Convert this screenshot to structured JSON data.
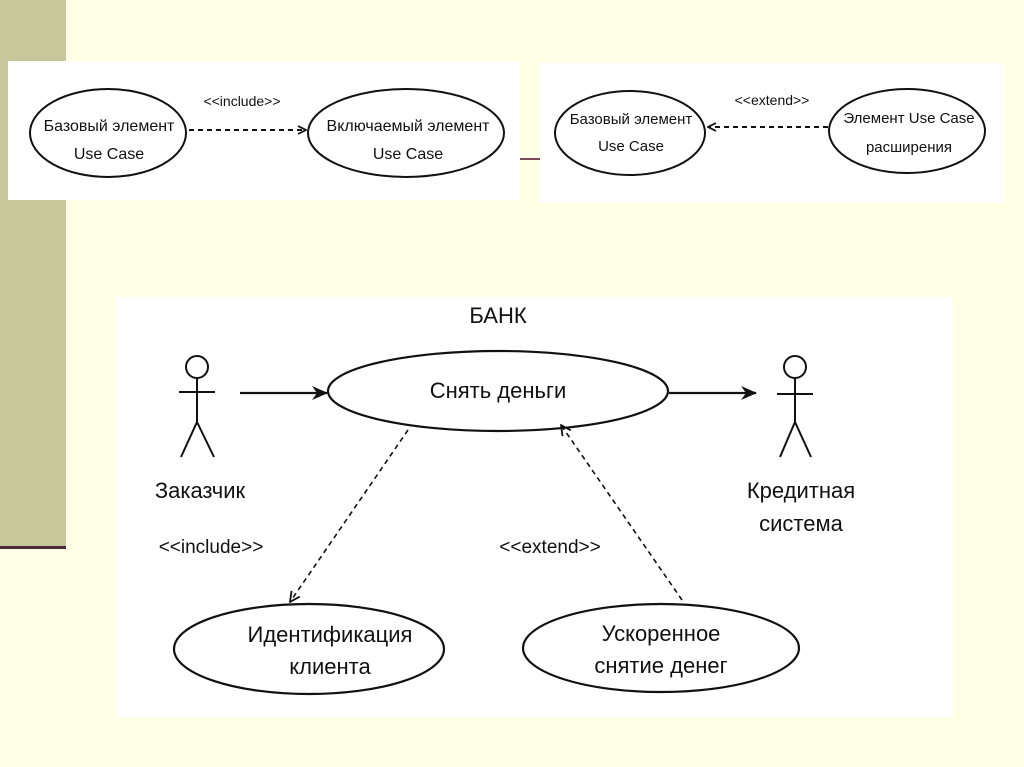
{
  "top_left_diagram": {
    "base_use_case": [
      "Базовый элемент",
      "Use Case"
    ],
    "included_use_case": [
      "Включаемый элемент",
      "Use Case"
    ],
    "relation": "<<include>>"
  },
  "top_right_diagram": {
    "base_use_case": [
      "Базовый элемент",
      "Use Case"
    ],
    "extension_use_case": [
      "Элемент Use Case",
      "расширения"
    ],
    "relation": "<<extend>>"
  },
  "bank_diagram": {
    "boundary_title": "БАНК",
    "actor_customer": [
      "Заказчик"
    ],
    "actor_credit": [
      "Кредитная",
      "система"
    ],
    "main_use_case": "Снять деньги",
    "include_label": "<<include>>",
    "extend_label": "<<extend>>",
    "identification_use_case": [
      "Идентификация",
      "клиента"
    ],
    "fast_withdrawal_use_case": [
      "Ускоренное",
      "снятие денег"
    ]
  },
  "colors": {
    "background": "#ffffe5",
    "side_band": "#c8c79c",
    "rule": "#4a2a3a",
    "ink": "#111111"
  }
}
